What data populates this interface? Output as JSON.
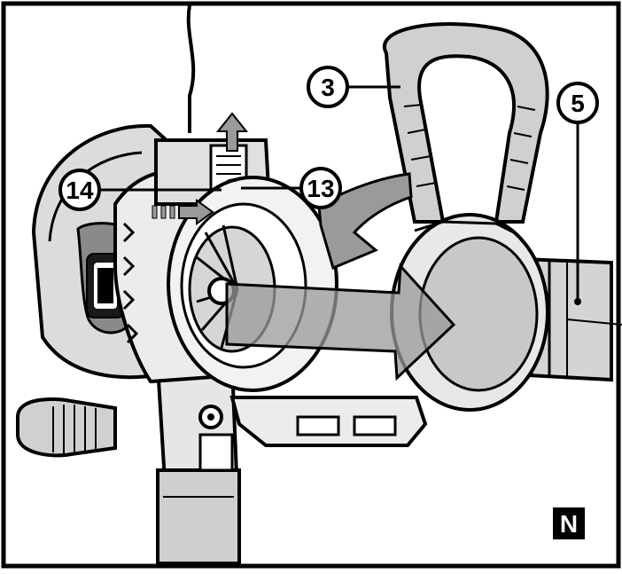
{
  "figure": {
    "panel_letter": "N",
    "callouts": [
      {
        "number": "3"
      },
      {
        "number": "5"
      },
      {
        "number": "14"
      },
      {
        "number": "13"
      }
    ]
  },
  "colors": {
    "ink": "#000000",
    "paper": "#ffffff",
    "arrow_grey": "#9a9a9a",
    "body_grey": "#d8d8d8",
    "dark_grey": "#555555"
  }
}
